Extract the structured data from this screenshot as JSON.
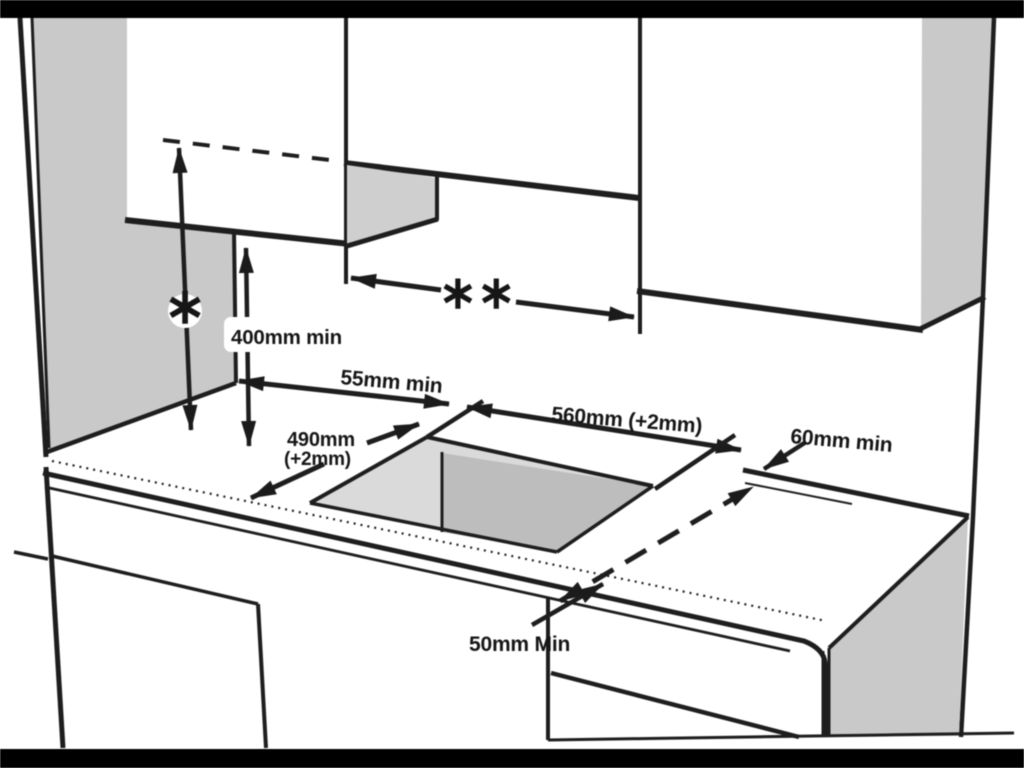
{
  "page": {
    "background": "#ffffff",
    "letterbox_color": "#000000"
  },
  "diagram": {
    "subject": "hob-installation-clearance-diagram",
    "annotations": {
      "star": "∗",
      "double_star": "∗∗",
      "min_hood_height": "400mm min",
      "rear_gap": "55mm min",
      "cutout_width": "560mm (+2mm)",
      "cutout_depth_line1": "490mm",
      "cutout_depth_line2": "(+2mm)",
      "side_gap": "60mm min",
      "front_gap": "50mm Min"
    },
    "colors": {
      "line": "#1b1b1b",
      "wall_shade": "#c9c9c9",
      "cutout_wall_shade": "#dadada",
      "cutout_floor_shade": "#bdbdbd"
    }
  }
}
